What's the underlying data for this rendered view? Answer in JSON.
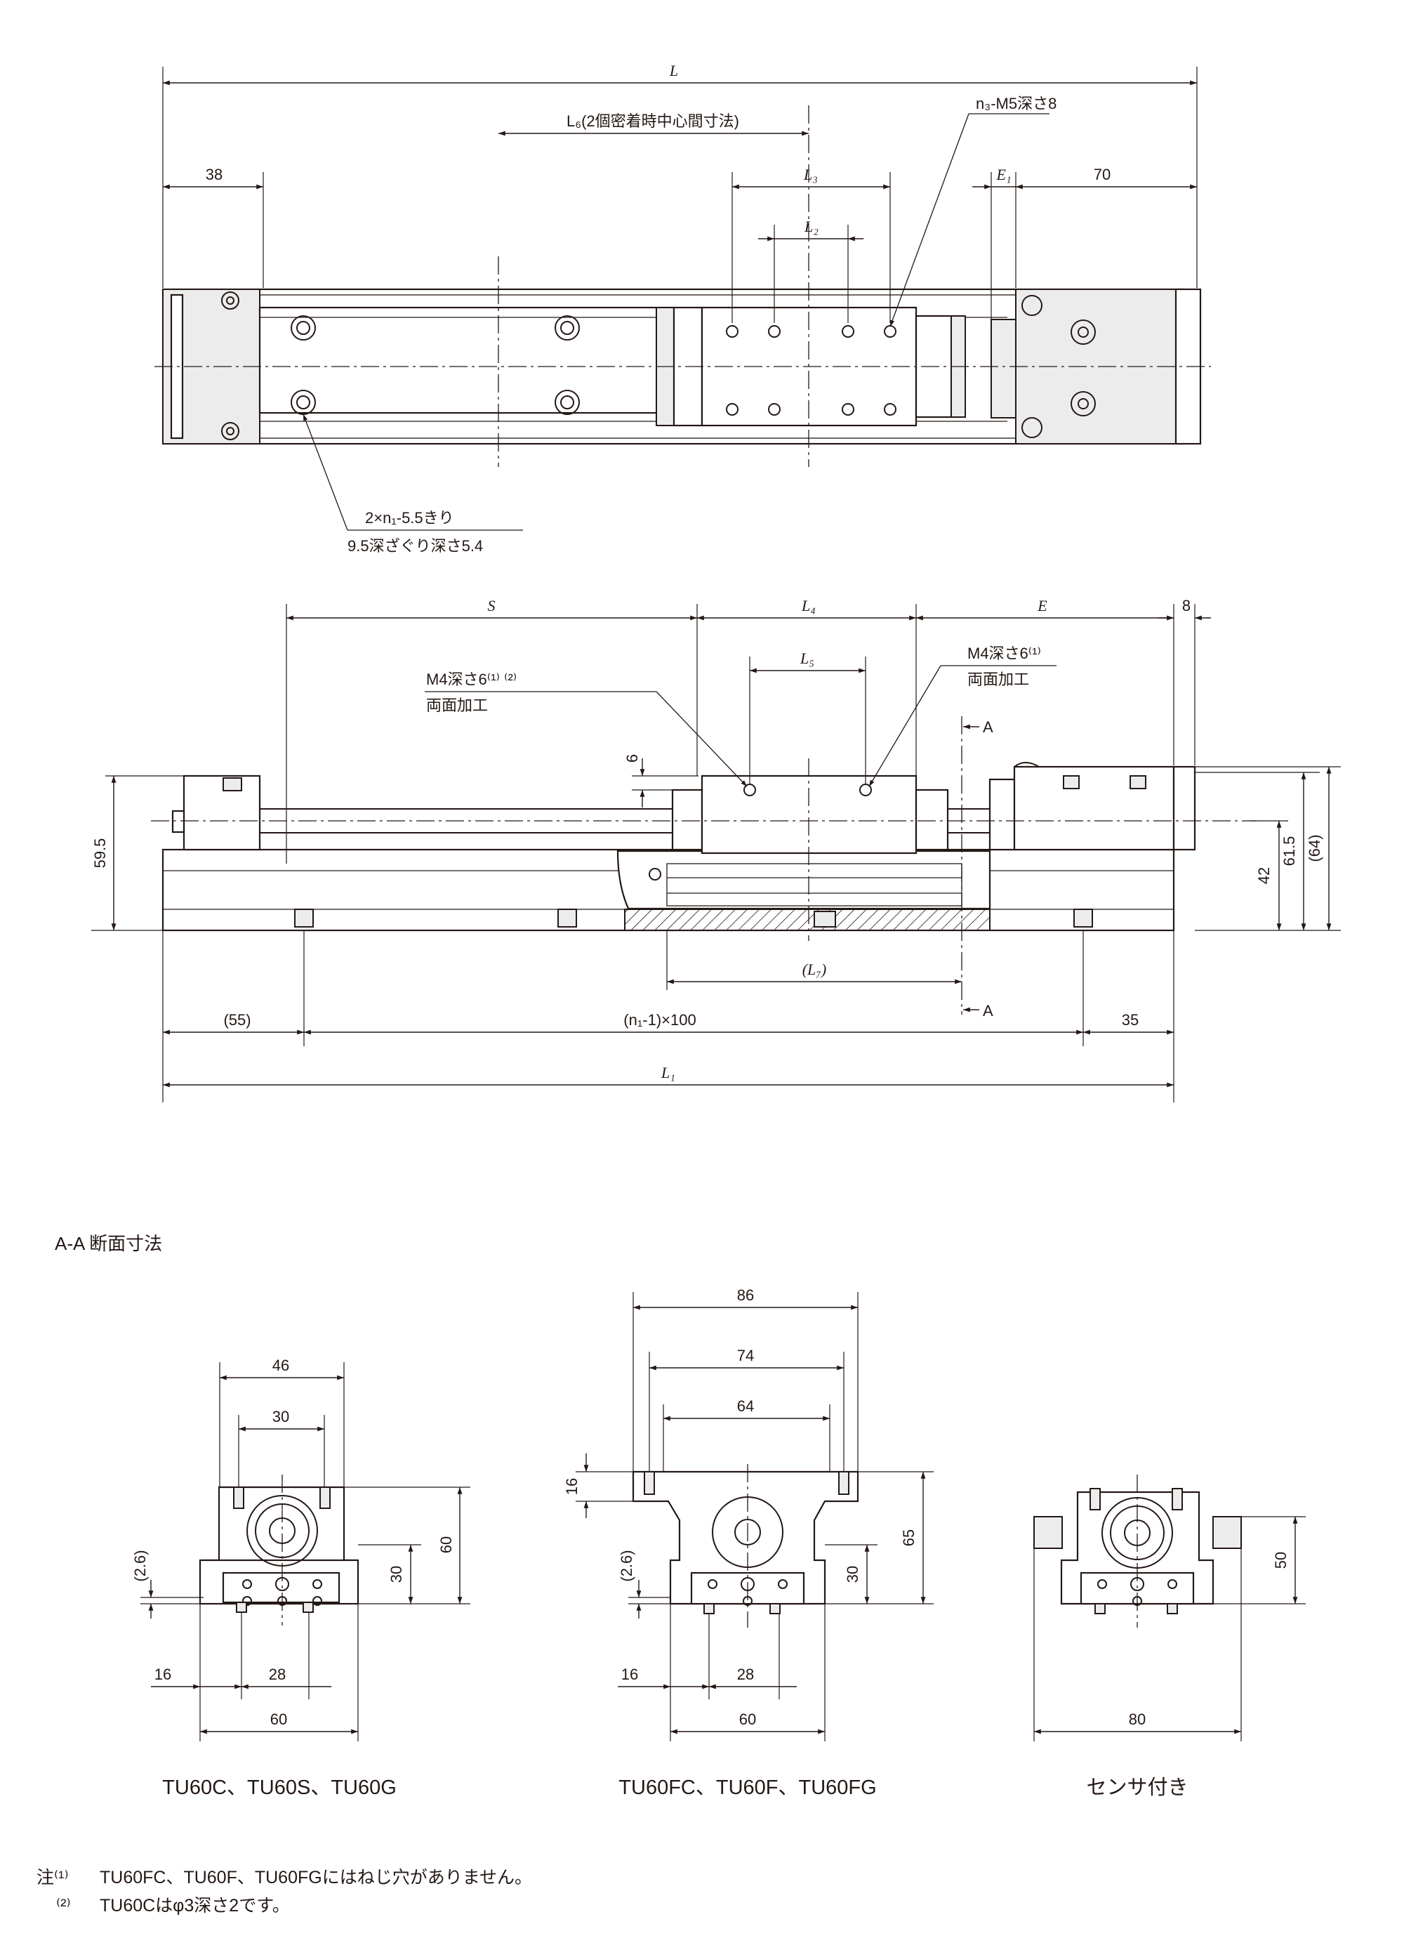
{
  "top_view": {
    "L": "L",
    "L6": "L₆(2個密着時中心間寸法)",
    "L3": "L₃",
    "L2": "L₂",
    "E1": "E₁",
    "d38": "38",
    "d70": "70",
    "tap": "n₃-M5深さ8",
    "hole_line1": "2×n₁-5.5きり",
    "hole_line2": "9.5深ざぐり深さ5.4"
  },
  "front_view": {
    "S": "S",
    "L4": "L₄",
    "L5": "L₅",
    "E": "E",
    "d8": "8",
    "d6": "6",
    "m4_left_line1": "M4深さ6⁽¹⁾ ⁽²⁾",
    "m4_left_line2": "両面加工",
    "m4_right_line1": "M4深さ6⁽¹⁾",
    "m4_right_line2": "両面加工",
    "section_mark": "A",
    "h595": "59.5",
    "h42": "42",
    "h615": "61.5",
    "h64": "(64)",
    "L7": "(L₇)",
    "d55": "(55)",
    "pitch": "(n₁-1)×100",
    "d35": "35",
    "L1": "L₁"
  },
  "section": {
    "heading": "A-A 断面寸法",
    "a": {
      "d46": "46",
      "d30": "30",
      "h60": "60",
      "h30": "30",
      "h26": "(2.6)",
      "d16": "16",
      "d28": "28",
      "d60": "60",
      "caption": "TU60C、TU60S、TU60G"
    },
    "b": {
      "d86": "86",
      "d74": "74",
      "d64": "64",
      "h16": "16",
      "h65": "65",
      "h30": "30",
      "h26": "(2.6)",
      "d16": "16",
      "d28": "28",
      "d60": "60",
      "caption": "TU60FC、TU60F、TU60FG"
    },
    "c": {
      "h50": "50",
      "d80": "80",
      "caption": "センサ付き"
    }
  },
  "notes": {
    "n1_mark": "注⁽¹⁾",
    "n1_text": "TU60FC、TU60F、TU60FGにはねじ穴がありません。",
    "n2_mark": "⁽²⁾",
    "n2_text": "TU60Cはφ3深さ2です。"
  }
}
